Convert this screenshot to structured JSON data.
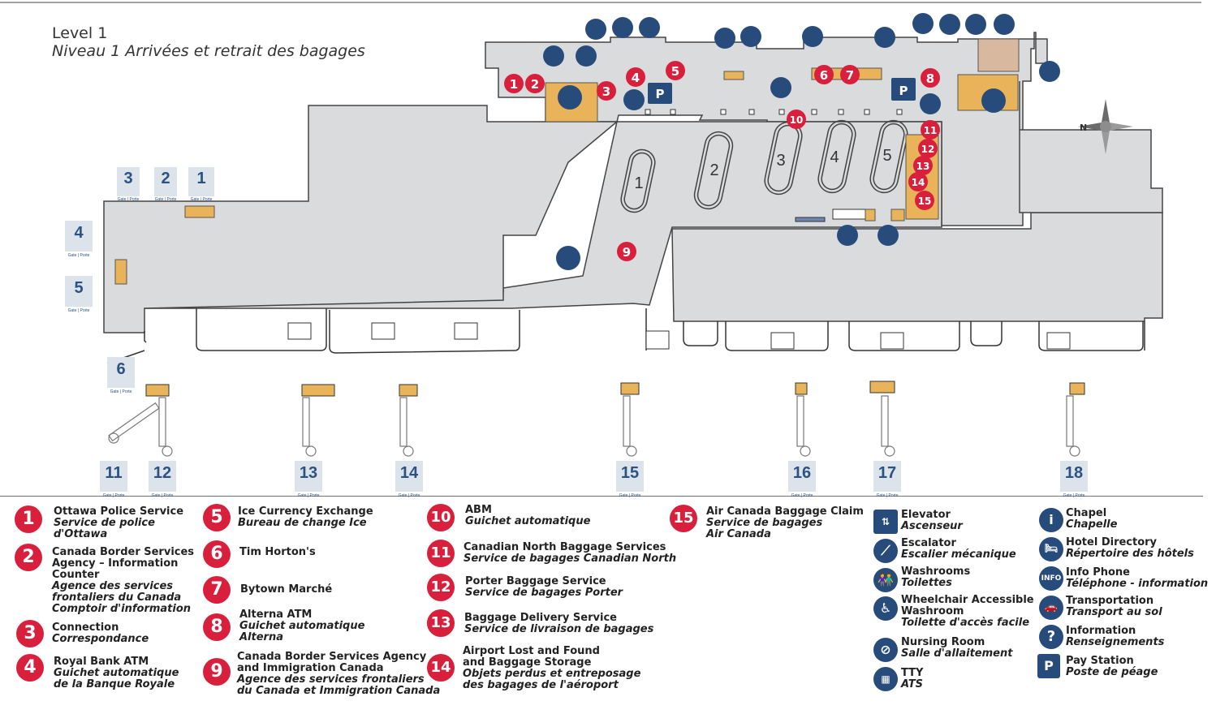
{
  "title": {
    "line1": "Level 1",
    "line2": "Niveau 1   Arrivées et retrait des bagages"
  },
  "map": {
    "carousels": [
      "1",
      "2",
      "3",
      "4",
      "5"
    ],
    "gate_sublabel": "Gate | Porte",
    "gates": [
      "1",
      "2",
      "3",
      "4",
      "5",
      "6",
      "11",
      "12",
      "13",
      "14",
      "15",
      "16",
      "17",
      "18"
    ],
    "compass_label": "N",
    "markers": [
      "1",
      "2",
      "3",
      "4",
      "5",
      "6",
      "7",
      "8",
      "9",
      "10",
      "11",
      "12",
      "13",
      "14",
      "15"
    ]
  },
  "legend": {
    "items": [
      {
        "num": "1",
        "en": "Ottawa Police Service",
        "fr": [
          "Service de police",
          "d'Ottawa"
        ]
      },
      {
        "num": "2",
        "en": "Canada Border Services Agency – Information Counter",
        "en_lines": [
          "Canada Border Services",
          "Agency – Information",
          "Counter"
        ],
        "fr": [
          "Agence des services",
          "frontaliers du Canada",
          "Comptoir d'information"
        ]
      },
      {
        "num": "3",
        "en": "Connection",
        "fr": [
          "Correspondance"
        ]
      },
      {
        "num": "4",
        "en": "Royal Bank ATM",
        "fr": [
          "Guichet automatique",
          "de la Banque Royale"
        ]
      },
      {
        "num": "5",
        "en": "Ice Currency Exchange",
        "fr": [
          "Bureau de change Ice"
        ]
      },
      {
        "num": "6",
        "en": "Tim Horton's",
        "fr": []
      },
      {
        "num": "7",
        "en": "Bytown Marché",
        "fr": []
      },
      {
        "num": "8",
        "en": "Alterna ATM",
        "fr": [
          "Guichet automatique",
          "Alterna"
        ]
      },
      {
        "num": "9",
        "en": "Canada Border  Services Agency and Immigration Canada",
        "en_lines": [
          "Canada Border  Services Agency",
          "and Immigration Canada"
        ],
        "fr": [
          "Agence des services frontaliers",
          "du Canada et Immigration Canada"
        ]
      },
      {
        "num": "10",
        "en": "ABM",
        "fr": [
          "Guichet automatique"
        ]
      },
      {
        "num": "11",
        "en": "Canadian North Baggage Services",
        "fr": [
          "Service de bagages Canadian North"
        ]
      },
      {
        "num": "12",
        "en": "Porter Baggage Service",
        "fr": [
          "Service de bagages Porter"
        ]
      },
      {
        "num": "13",
        "en": "Baggage Delivery Service",
        "fr": [
          "Service de livraison de bagages"
        ]
      },
      {
        "num": "14",
        "en": "Airport Lost and Found and Baggage Storage",
        "en_lines": [
          "Airport Lost and Found",
          "and Baggage Storage"
        ],
        "fr": [
          "Objets perdus et entreposage",
          "des bagages de l'aéroport"
        ]
      },
      {
        "num": "15",
        "en": "Air Canada Baggage Claim",
        "fr": [
          "Service de bagages",
          "Air Canada"
        ]
      }
    ],
    "icons": [
      {
        "icon": "elevator-icon",
        "en": "Elevator",
        "fr": [
          "Ascenseur"
        ]
      },
      {
        "icon": "escalator-icon",
        "en": "Escalator",
        "fr": [
          "Escalier mécanique"
        ]
      },
      {
        "icon": "washroom-icon",
        "en": "Washrooms",
        "fr": [
          "Toilettes"
        ]
      },
      {
        "icon": "wheelchair-icon",
        "en_lines": [
          "Wheelchair Accessible",
          "Washroom"
        ],
        "fr": [
          "Toilette d'accès facile"
        ]
      },
      {
        "icon": "nursing-room-icon",
        "en": "Nursing Room",
        "fr": [
          "Salle d'allaitement"
        ]
      },
      {
        "icon": "tty-icon",
        "en": "TTY",
        "fr": [
          "ATS"
        ]
      },
      {
        "icon": "chapel-icon",
        "en": "Chapel",
        "fr": [
          "Chapelle"
        ]
      },
      {
        "icon": "hotel-directory-icon",
        "en": "Hotel Directory",
        "fr": [
          "Répertoire des hôtels"
        ]
      },
      {
        "icon": "info-phone-icon",
        "en": "Info Phone",
        "fr": [
          "Téléphone - information"
        ]
      },
      {
        "icon": "transportation-icon",
        "en": "Transportation",
        "fr": [
          "Transport au sol"
        ]
      },
      {
        "icon": "information-icon",
        "en": "Information",
        "fr": [
          "Renseignements"
        ]
      },
      {
        "icon": "pay-station-icon",
        "en": "Pay Station",
        "fr": [
          "Poste de péage"
        ]
      }
    ]
  },
  "colors": {
    "marker": "#d81f3c",
    "icon": "#274c7c",
    "floor": "#dadbdc",
    "shop": "#e9b35a",
    "gate": "#dde3ea"
  }
}
